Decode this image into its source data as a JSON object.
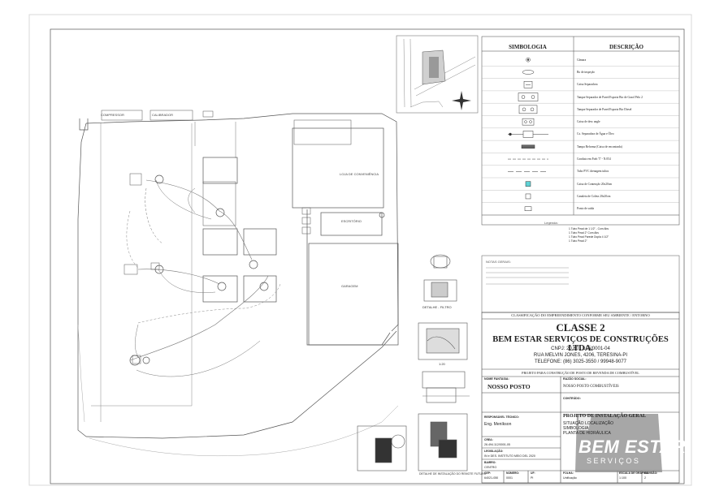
{
  "legend": {
    "header_symbol": "SIMBOLOGIA",
    "header_description": "DESCRIÇÃO",
    "items": [
      {
        "symbol_icon": "dot-circle",
        "description": "Câmara"
      },
      {
        "symbol_icon": "ellipse",
        "description": "Bo de inspeção"
      },
      {
        "symbol_icon": "small-box",
        "description": "Caixa Separadora"
      },
      {
        "symbol_icon": "tank-horizontal",
        "description": "Tanque Separador de Pared Esporta Bio de Gasol Pelo 2"
      },
      {
        "symbol_icon": "tank-double",
        "description": "Tanque Separador de Pared Esporta Bio Diesel"
      },
      {
        "symbol_icon": "pump-box",
        "description": "Caixa de desc angle"
      },
      {
        "symbol_icon": "separator",
        "description": "Cx. Separadora de Água e Óleo"
      },
      {
        "symbol_icon": "bar",
        "description": "Tampa Reforma (Caixa de encontrada)"
      },
      {
        "symbol_icon": "dash-line",
        "description": "Conduto em Forb 'T' - N.054"
      },
      {
        "symbol_icon": "dash-line-long",
        "description": "Tubo PVC drenagem tubos"
      },
      {
        "symbol_icon": "cyan-square",
        "description": "Caixa de Contenção 20x20cm"
      },
      {
        "symbol_icon": "white-square",
        "description": "Canaleta de Coleta 20x20cm"
      },
      {
        "symbol_icon": "rect-small",
        "description": "Ponto de saída"
      }
    ]
  },
  "legend_notes": [
    "1 Tubo Pead de 1 1/2\" - Com Abs",
    "1 Tubo Pead 2\" Com Abs",
    "1 Tubo Pead Parede Dupla 4 1/2\"",
    "1 Tubo Pead 2\""
  ],
  "classification_line": "CLASSIFICAÇÃO DO EMPREENDIMENTO CONFORME SEU AMBIENTE / ENTORNO",
  "company": {
    "class_label": "CLASSE 2",
    "name": "BEM ESTAR SERVIÇOS DE CONSTRUÇÕES LTDA.",
    "cnpj": "CNPJ: 20.601.615/0001-04",
    "address": "RUA MELVIN JONES, 4206, TERESINA-PI",
    "phone": "TELEFONE: (86) 3025-3550 / 99948-9077"
  },
  "project_line": "PROJETO PARA CONSTRUÇÃO DE POSTO DE REVENDA DE COMBUSTÍVEL",
  "title_block": {
    "fantasy_name_label": "NOME FANTASIA:",
    "fantasy_name": "NOSSO POSTO",
    "company_name_label": "RAZÃO SOCIAL:",
    "company_name": "NOSSO POSTO COMBUSTÍVEIS",
    "contents_label": "CONTEÚDO:",
    "project_title": "PROJETO DE INSTALAÇÃO GERAL",
    "contents_lines": [
      "SITUAÇÃO LOCALIZAÇÃO",
      "SIMBOLOGIA",
      "PLANTA DE HIDRÁULICA"
    ],
    "technical_label": "RESPONSÁVEL TÉCNICO:",
    "engineer": "Eng. Meníkson",
    "crea_label": "CREA:",
    "crea": "26.494.112/0001-05",
    "legislation_label": "LEGISLAÇÃO:",
    "legislation": "IN e DES. INSTITUTO MEIO DEL 2020",
    "district_label": "BAIRRO:",
    "district": "CENTRO",
    "cep_label": "CEP:",
    "cep": "64021-050",
    "number_label": "NÚMERO:",
    "number": "0001",
    "uf_label": "UF:",
    "uf": "PI",
    "folha_label": "FOLHA:",
    "folha": "Unificação",
    "scale_label": "ESCALA DE GRÁFICA:",
    "scale": "1:100",
    "revision_label": "REVISÃO:",
    "revision": "2"
  },
  "plan_notes": {
    "detail_label_1": "DETALHE - FILTRO",
    "scale_note": "1:20",
    "detail_label_2": "DETALHE DE INSTALAÇÃO DO REMOTE FUTURO",
    "note_block_title": "NOTAS GERAIS:"
  },
  "watermark": {
    "title": "BEM ESTAR",
    "subtitle": "SERVIÇOS"
  },
  "colors": {
    "line": "#444444",
    "light_line": "#9a9a9a",
    "accent_cyan": "#5fd3d6",
    "watermark_gray": "#9a9a9a"
  }
}
